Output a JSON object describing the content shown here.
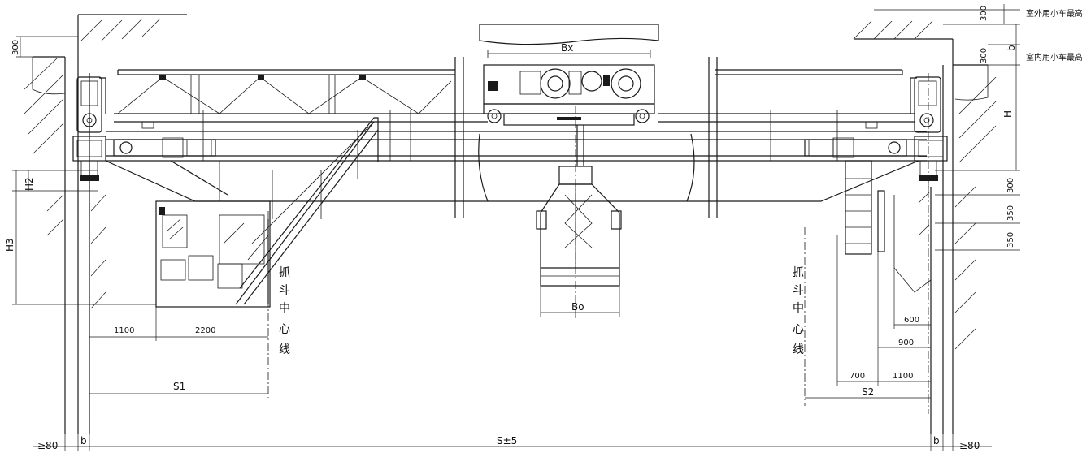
{
  "labels": {
    "outdoor_note": "室外用小车最高点",
    "indoor_note": "室内用小车最高点",
    "bx": "Bx",
    "bo": "Bo",
    "h": "H",
    "h2": "H2",
    "h3": "H3",
    "s1": "S1",
    "s2": "S2",
    "span": "S±5",
    "b_left": "b",
    "b_right": "b",
    "b_top": "b",
    "gap_left": "≥80",
    "gap_right": "≥80",
    "grab_center_left": [
      "抓",
      "斗",
      "中",
      "心",
      "线"
    ],
    "grab_center_right": [
      "抓",
      "斗",
      "中",
      "心",
      "线"
    ]
  },
  "dimensions": {
    "top_left_300": "300",
    "top_right_300_a": "300",
    "top_right_300_b": "300",
    "right_300": "300",
    "right_350_a": "350",
    "right_350_b": "350",
    "d_1100_left": "1100",
    "d_2200": "2200",
    "d_600": "600",
    "d_900": "900",
    "d_700": "700",
    "d_1100_right": "1100"
  }
}
